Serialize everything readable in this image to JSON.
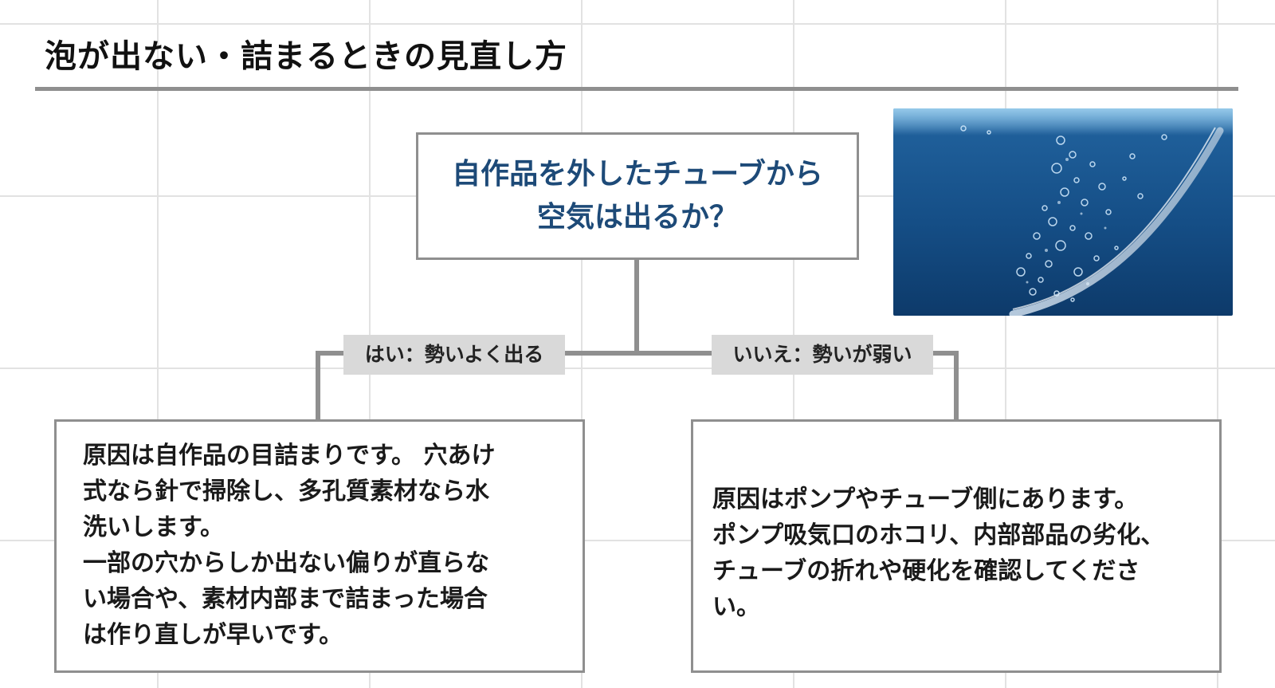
{
  "title": "泡が出ない・詰まるときの見直し方",
  "question": "自作品を外したチューブから\n空気は出るか？",
  "branches": {
    "yes": {
      "label": "はい：勢いよく出る",
      "text": "原因は自作品の目詰まりです。 穴あけ\n式なら針で掃除し、多孔質素材なら水\n洗いします。\n一部の穴からしか出ない偏りが直らな\nい場合や、素材内部まで詰まった場合\nは作り直しが早いです。"
    },
    "no": {
      "label": "いいえ：勢いが弱い",
      "text": "原因はポンプやチューブ側にあります。\nポンプ吸気口のホコリ、内部部品の劣化、\nチューブの折れや硬化を確認してくださ\nい。"
    }
  },
  "colors": {
    "question_text": "#1d4a78",
    "border": "#8f8f8f",
    "label_bg": "#d9d9d9",
    "grid": "#e2e2e2"
  }
}
